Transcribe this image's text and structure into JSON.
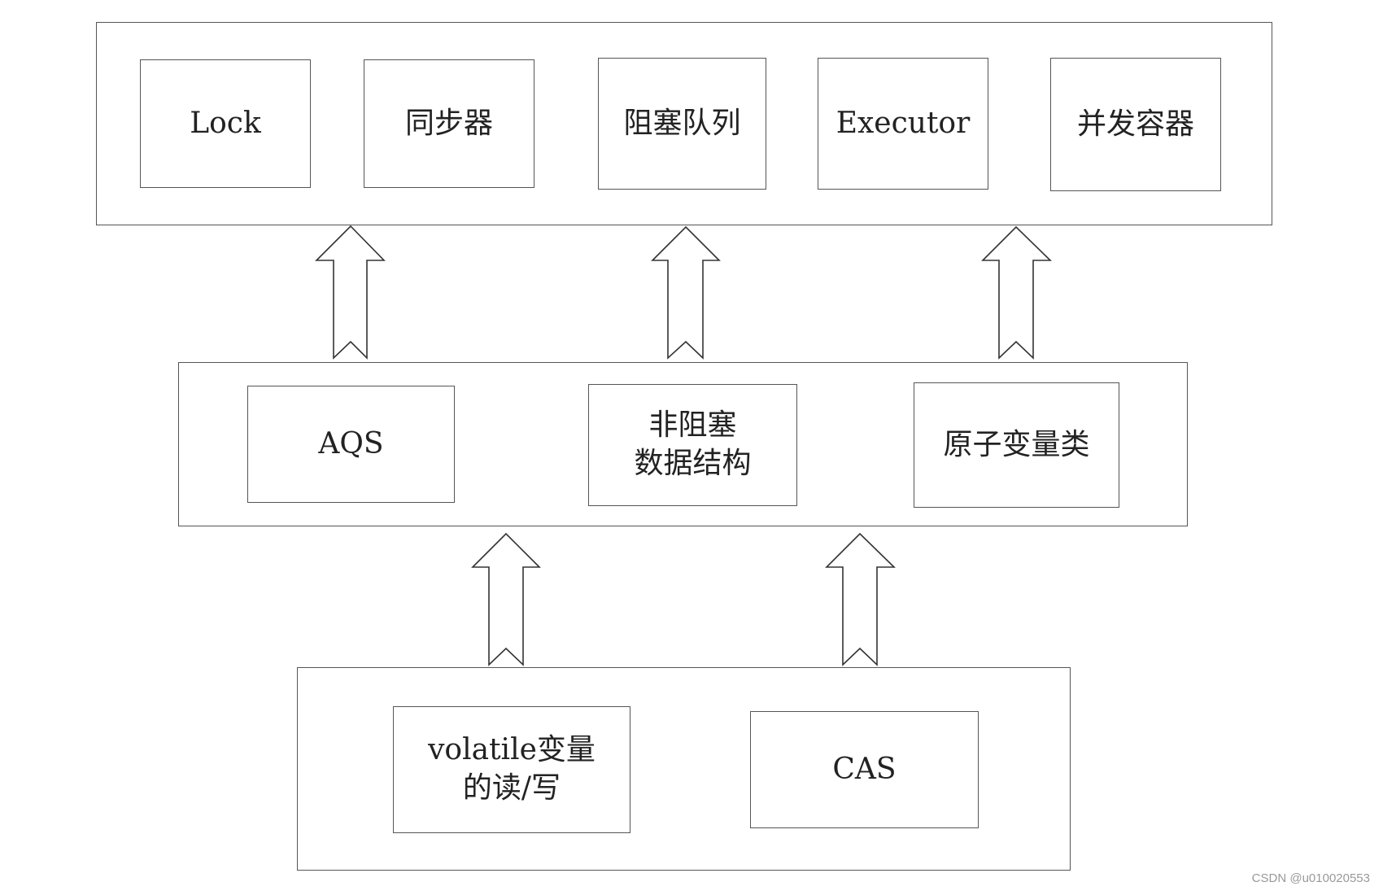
{
  "layers": {
    "top": {
      "nodes": [
        "Lock",
        "同步器",
        "阻塞队列",
        "Executor",
        "并发容器"
      ]
    },
    "middle": {
      "nodes": [
        "AQS",
        "非阻塞\n数据结构",
        "原子变量类"
      ]
    },
    "bottom": {
      "nodes": [
        "volatile变量\n的读/写",
        "CAS"
      ]
    }
  },
  "watermark": "CSDN @u010020553"
}
